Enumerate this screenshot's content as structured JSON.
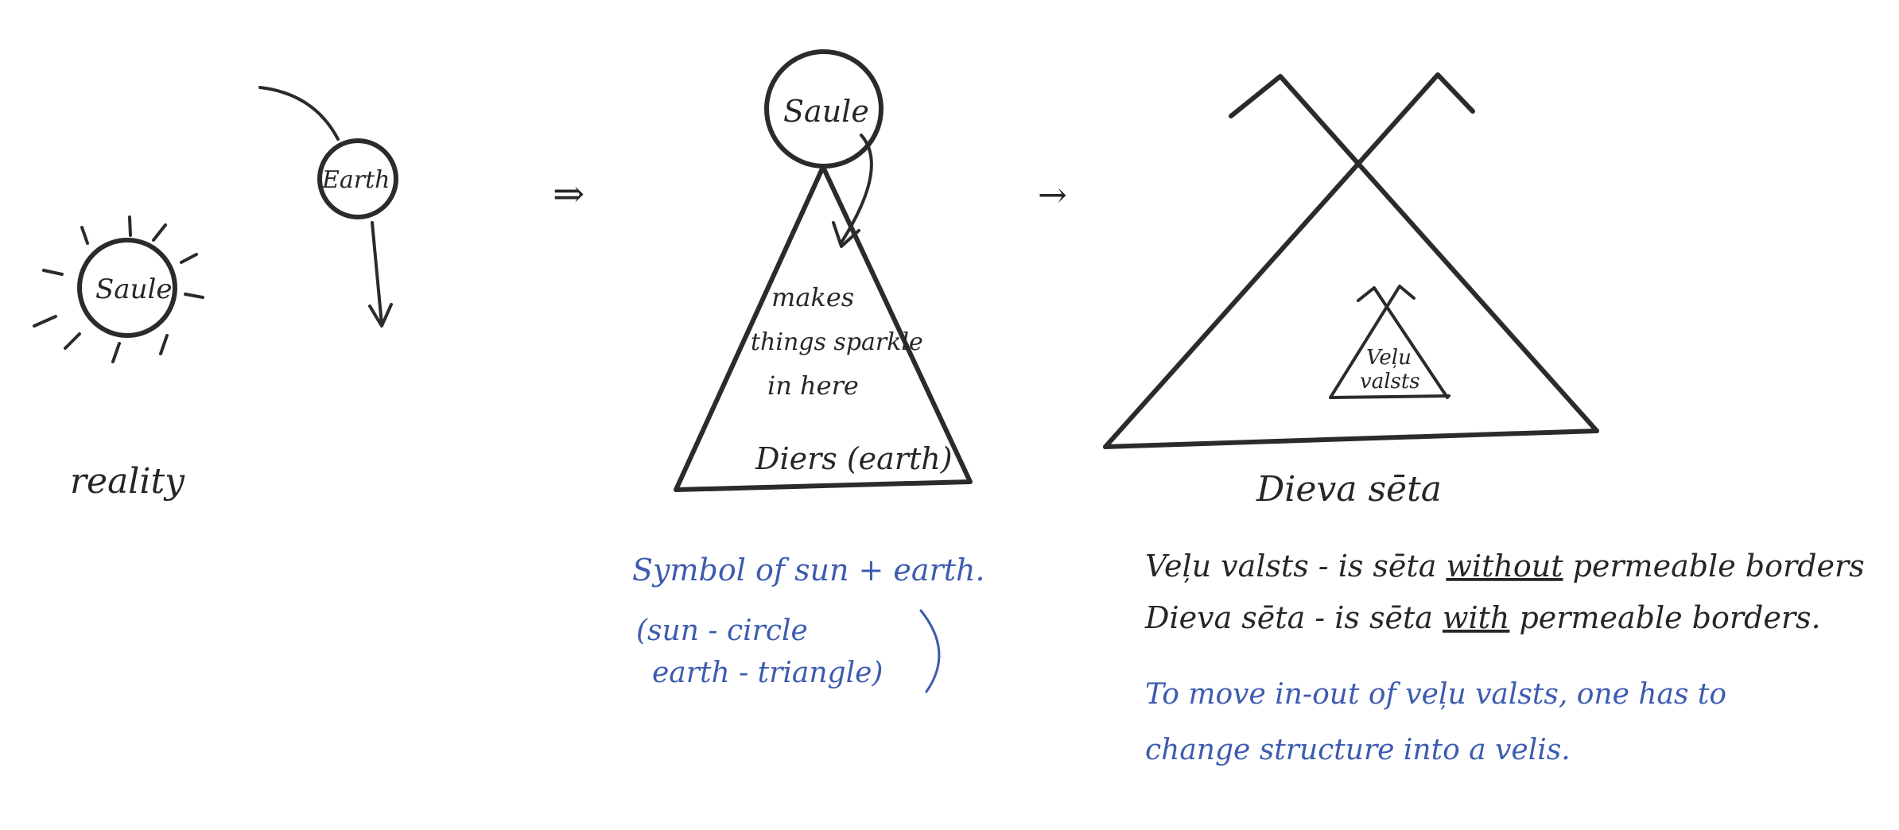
{
  "panel_reality": {
    "sun_label": "Saule",
    "earth_label": "Earth",
    "caption": "reality"
  },
  "arrows": {
    "first": "⇒",
    "second": "→"
  },
  "panel_symbol": {
    "sun_label": "Saule",
    "inside_line1": "makes",
    "inside_line2": "things sparkle",
    "inside_line3": "in here",
    "base_label": "Diers (earth)",
    "note_line1": "Symbol of sun + earth.",
    "note_line2": "(sun - circle",
    "note_line3": "earth - triangle)"
  },
  "panel_seta": {
    "inner_line1": "Veļu",
    "inner_line2": "valsts",
    "caption": "Dieva sēta",
    "text_line1_a": "Veļu valsts - is sēta ",
    "text_line1_b": "without",
    "text_line1_c": " permeable borders",
    "text_line2_a": "Dieva sēta - is sēta ",
    "text_line2_b": "with",
    "text_line2_c": " permeable borders.",
    "note_line1": "To move in-out of veļu valsts, one has to",
    "note_line2": "change structure into a velis."
  }
}
